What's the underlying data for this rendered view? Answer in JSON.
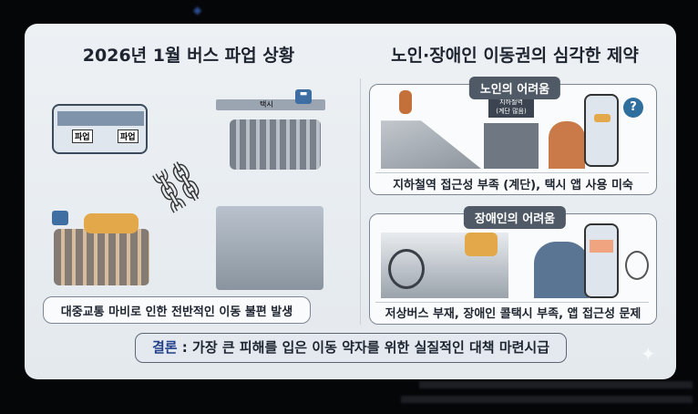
{
  "left": {
    "title": "2026년 1월 버스 파업 상황",
    "bus_sign": "파업",
    "bus_sign2": "파업",
    "taxi_sign": "택시",
    "caption": "대중교통 마비로 인한 전반적인 이동 불편 발생"
  },
  "right": {
    "title": "노인·장애인 이동권의 심각한 제약",
    "elderly": {
      "label": "노인의 어려움",
      "subway_sign": "지하철역\n(계단 많음)",
      "caption": "지하철역 접근성 부족 (계단), 택시 앱 사용 미숙"
    },
    "disabled": {
      "label": "장애인의 어려움",
      "caption": "저상버스 부재, 장애인 콜택시 부족, 앱 접근성 문제"
    }
  },
  "conclusion": {
    "prefix": "결론",
    "text": " : 가장 큰 피해를 입은 이동 약자를 위한 실질적인 대책 마련시급"
  },
  "colors": {
    "accent": "#23408a",
    "pill": "#4f5a66",
    "card": "#e9eef2"
  }
}
